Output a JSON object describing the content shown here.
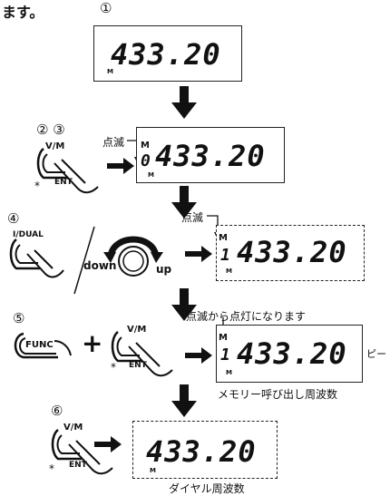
{
  "header": "ます。",
  "steps": {
    "s1": "①",
    "s23": "② ③",
    "s4": "④",
    "s5": "⑤",
    "s6": "⑥"
  },
  "displays": {
    "d1": {
      "freq": "433.20",
      "m": "M"
    },
    "d2": {
      "freq": "433.20",
      "prefix": "0",
      "m_top": "M",
      "m": "M"
    },
    "d3": {
      "freq": "433.20",
      "prefix": "1",
      "m_top": "M",
      "m": "M"
    },
    "d4": {
      "freq": "433.20",
      "prefix": "1",
      "m_top": "M",
      "m": "M"
    },
    "d5": {
      "freq": "433.20",
      "m": "M"
    }
  },
  "buttons": {
    "vm": "V/M",
    "ent": "ENT",
    "dual": "I/DUAL",
    "func": "FUNC",
    "asterisk": "*"
  },
  "dial": {
    "down": "down",
    "up": "up"
  },
  "labels": {
    "blink1": "点滅",
    "blink2": "点滅",
    "blink_to_lit": "点滅から点灯になります",
    "beep": "ピー",
    "memory_recall": "メモリー呼び出し周波数",
    "dial_freq": "ダイヤル周波数",
    "plus": "+"
  },
  "colors": {
    "ink": "#111111",
    "paper": "#ffffff"
  }
}
